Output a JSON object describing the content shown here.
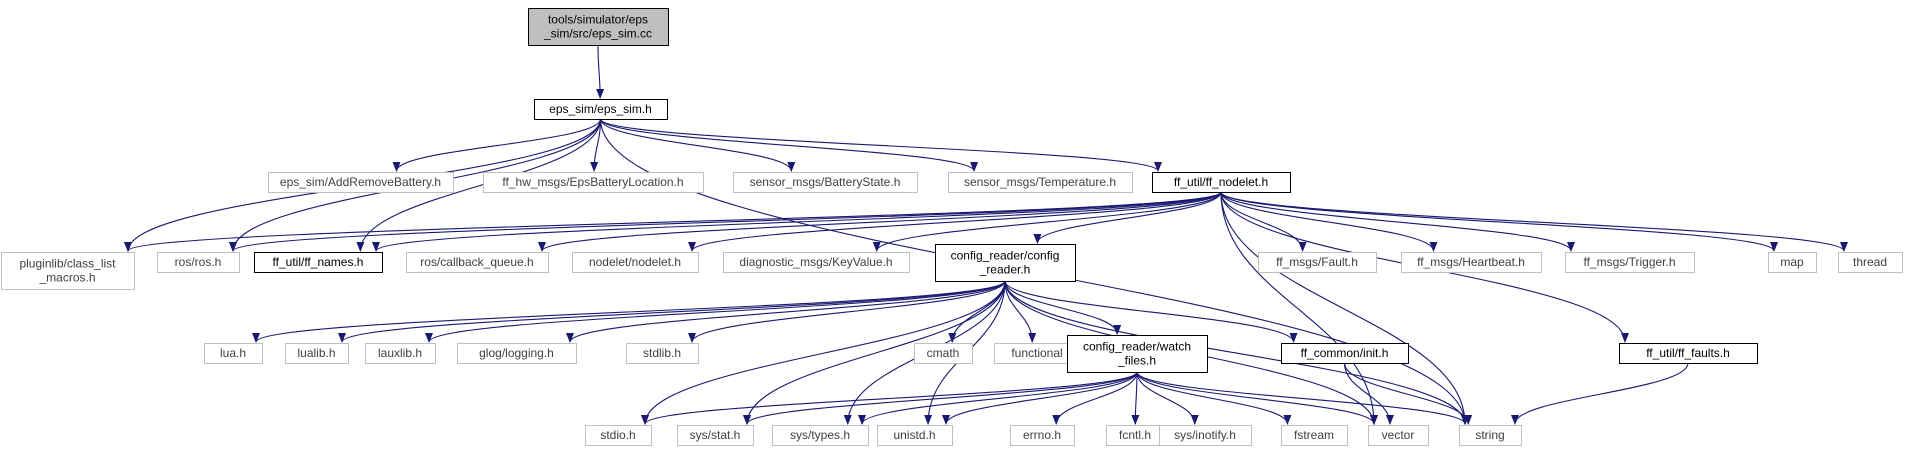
{
  "graph": {
    "nodes": [
      {
        "id": "eps_sim_cc",
        "lines": [
          "tools/simulator/eps",
          "_sim/src/eps_sim.cc"
        ],
        "style": "root"
      },
      {
        "id": "eps_sim_h",
        "lines": [
          "eps_sim/eps_sim.h"
        ],
        "style": "dark"
      },
      {
        "id": "class_list_macros",
        "lines": [
          "pluginlib/class_list",
          "_macros.h"
        ],
        "style": "light"
      },
      {
        "id": "ros_h",
        "lines": [
          "ros/ros.h"
        ],
        "style": "light"
      },
      {
        "id": "ff_names",
        "lines": [
          "ff_util/ff_names.h"
        ],
        "style": "dark"
      },
      {
        "id": "add_remove_battery",
        "lines": [
          "eps_sim/AddRemoveBattery.h"
        ],
        "style": "light"
      },
      {
        "id": "eps_battery_location",
        "lines": [
          "ff_hw_msgs/EpsBatteryLocation.h"
        ],
        "style": "light"
      },
      {
        "id": "battery_state",
        "lines": [
          "sensor_msgs/BatteryState.h"
        ],
        "style": "light"
      },
      {
        "id": "temperature",
        "lines": [
          "sensor_msgs/Temperature.h"
        ],
        "style": "light"
      },
      {
        "id": "ff_nodelet",
        "lines": [
          "ff_util/ff_nodelet.h"
        ],
        "style": "dark"
      },
      {
        "id": "callback_queue",
        "lines": [
          "ros/callback_queue.h"
        ],
        "style": "light"
      },
      {
        "id": "nodelet_h",
        "lines": [
          "nodelet/nodelet.h"
        ],
        "style": "light"
      },
      {
        "id": "key_value",
        "lines": [
          "diagnostic_msgs/KeyValue.h"
        ],
        "style": "light"
      },
      {
        "id": "config_reader",
        "lines": [
          "config_reader/config",
          "_reader.h"
        ],
        "style": "dark"
      },
      {
        "id": "fault_h",
        "lines": [
          "ff_msgs/Fault.h"
        ],
        "style": "light"
      },
      {
        "id": "heartbeat_h",
        "lines": [
          "ff_msgs/Heartbeat.h"
        ],
        "style": "light"
      },
      {
        "id": "trigger_h",
        "lines": [
          "ff_msgs/Trigger.h"
        ],
        "style": "light"
      },
      {
        "id": "map",
        "lines": [
          "map"
        ],
        "style": "light"
      },
      {
        "id": "thread",
        "lines": [
          "thread"
        ],
        "style": "light"
      },
      {
        "id": "lua_h",
        "lines": [
          "lua.h"
        ],
        "style": "light"
      },
      {
        "id": "lualib_h",
        "lines": [
          "lualib.h"
        ],
        "style": "light"
      },
      {
        "id": "lauxlib_h",
        "lines": [
          "lauxlib.h"
        ],
        "style": "light"
      },
      {
        "id": "glog_logging",
        "lines": [
          "glog/logging.h"
        ],
        "style": "light"
      },
      {
        "id": "stdlib_h",
        "lines": [
          "stdlib.h"
        ],
        "style": "light"
      },
      {
        "id": "cmath",
        "lines": [
          "cmath"
        ],
        "style": "light"
      },
      {
        "id": "functional",
        "lines": [
          "functional"
        ],
        "style": "light"
      },
      {
        "id": "watch_files",
        "lines": [
          "config_reader/watch",
          "_files.h"
        ],
        "style": "dark"
      },
      {
        "id": "ff_common_init",
        "lines": [
          "ff_common/init.h"
        ],
        "style": "dark"
      },
      {
        "id": "ff_faults",
        "lines": [
          "ff_util/ff_faults.h"
        ],
        "style": "dark"
      },
      {
        "id": "stdio_h",
        "lines": [
          "stdio.h"
        ],
        "style": "light"
      },
      {
        "id": "sys_stat",
        "lines": [
          "sys/stat.h"
        ],
        "style": "light"
      },
      {
        "id": "sys_types",
        "lines": [
          "sys/types.h"
        ],
        "style": "light"
      },
      {
        "id": "unistd_h",
        "lines": [
          "unistd.h"
        ],
        "style": "light"
      },
      {
        "id": "errno_h",
        "lines": [
          "errno.h"
        ],
        "style": "light"
      },
      {
        "id": "fcntl_h",
        "lines": [
          "fcntl.h"
        ],
        "style": "light"
      },
      {
        "id": "sys_inotify",
        "lines": [
          "sys/inotify.h"
        ],
        "style": "light"
      },
      {
        "id": "fstream",
        "lines": [
          "fstream"
        ],
        "style": "light"
      },
      {
        "id": "vector",
        "lines": [
          "vector"
        ],
        "style": "light"
      },
      {
        "id": "string",
        "lines": [
          "string"
        ],
        "style": "light"
      }
    ],
    "edges": [
      [
        "eps_sim_cc",
        "eps_sim_h"
      ],
      [
        "eps_sim_h",
        "class_list_macros"
      ],
      [
        "eps_sim_h",
        "ros_h"
      ],
      [
        "eps_sim_h",
        "ff_names"
      ],
      [
        "eps_sim_h",
        "add_remove_battery"
      ],
      [
        "eps_sim_h",
        "eps_battery_location"
      ],
      [
        "eps_sim_h",
        "battery_state"
      ],
      [
        "eps_sim_h",
        "temperature"
      ],
      [
        "eps_sim_h",
        "ff_nodelet"
      ],
      [
        "eps_sim_h",
        "string"
      ],
      [
        "ff_nodelet",
        "class_list_macros"
      ],
      [
        "ff_nodelet",
        "ros_h"
      ],
      [
        "ff_nodelet",
        "ff_names"
      ],
      [
        "ff_nodelet",
        "callback_queue"
      ],
      [
        "ff_nodelet",
        "nodelet_h"
      ],
      [
        "ff_nodelet",
        "key_value"
      ],
      [
        "ff_nodelet",
        "config_reader"
      ],
      [
        "ff_nodelet",
        "fault_h"
      ],
      [
        "ff_nodelet",
        "heartbeat_h"
      ],
      [
        "ff_nodelet",
        "trigger_h"
      ],
      [
        "ff_nodelet",
        "map"
      ],
      [
        "ff_nodelet",
        "thread"
      ],
      [
        "ff_nodelet",
        "ff_faults"
      ],
      [
        "ff_nodelet",
        "vector"
      ],
      [
        "ff_nodelet",
        "string"
      ],
      [
        "config_reader",
        "lua_h"
      ],
      [
        "config_reader",
        "lualib_h"
      ],
      [
        "config_reader",
        "lauxlib_h"
      ],
      [
        "config_reader",
        "glog_logging"
      ],
      [
        "config_reader",
        "stdlib_h"
      ],
      [
        "config_reader",
        "stdio_h"
      ],
      [
        "config_reader",
        "sys_stat"
      ],
      [
        "config_reader",
        "sys_types"
      ],
      [
        "config_reader",
        "unistd_h"
      ],
      [
        "config_reader",
        "cmath"
      ],
      [
        "config_reader",
        "functional"
      ],
      [
        "config_reader",
        "watch_files"
      ],
      [
        "config_reader",
        "ff_common_init"
      ],
      [
        "config_reader",
        "vector"
      ],
      [
        "config_reader",
        "string"
      ],
      [
        "watch_files",
        "stdio_h"
      ],
      [
        "watch_files",
        "sys_stat"
      ],
      [
        "watch_files",
        "sys_types"
      ],
      [
        "watch_files",
        "unistd_h"
      ],
      [
        "watch_files",
        "errno_h"
      ],
      [
        "watch_files",
        "fcntl_h"
      ],
      [
        "watch_files",
        "sys_inotify"
      ],
      [
        "watch_files",
        "fstream"
      ],
      [
        "watch_files",
        "vector"
      ],
      [
        "watch_files",
        "string"
      ],
      [
        "ff_common_init",
        "vector"
      ],
      [
        "ff_common_init",
        "string"
      ],
      [
        "ff_faults",
        "string"
      ]
    ],
    "colors": {
      "edge": "#191970",
      "dark_border": "#000000",
      "light_border": "#bfbfbf",
      "root_fill": "#bfbfbf"
    }
  }
}
